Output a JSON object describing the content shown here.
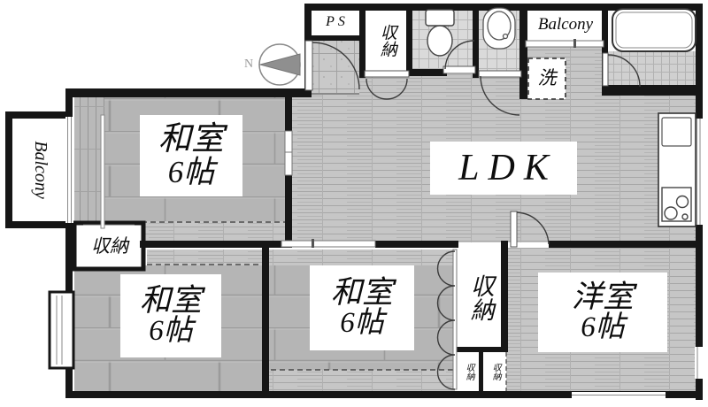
{
  "compass": {
    "north_label": "N"
  },
  "rooms": [
    {
      "id": "washitsu-nw",
      "label": "和室",
      "size": "6帖"
    },
    {
      "id": "ldk",
      "label": "LDK"
    },
    {
      "id": "washitsu-sw",
      "label": "和室",
      "size": "6帖"
    },
    {
      "id": "washitsu-s",
      "label": "和室",
      "size": "6帖"
    },
    {
      "id": "yoshitsu-se",
      "label": "洋室",
      "size": "6帖"
    }
  ],
  "features": {
    "ps": "PS",
    "balcony_north": "Balcony",
    "balcony_west": "Balcony",
    "closet_entry": "収納",
    "closet_west": "収納",
    "closet_center": "収納",
    "closet_small_left": "収納",
    "closet_small_right": "収納",
    "laundry": "洗"
  },
  "colors": {
    "wall": "#161616",
    "tatami": "#b5b5b5",
    "wood": "#c6c6c6",
    "tile": "#d8d8d8",
    "white": "#ffffff"
  }
}
